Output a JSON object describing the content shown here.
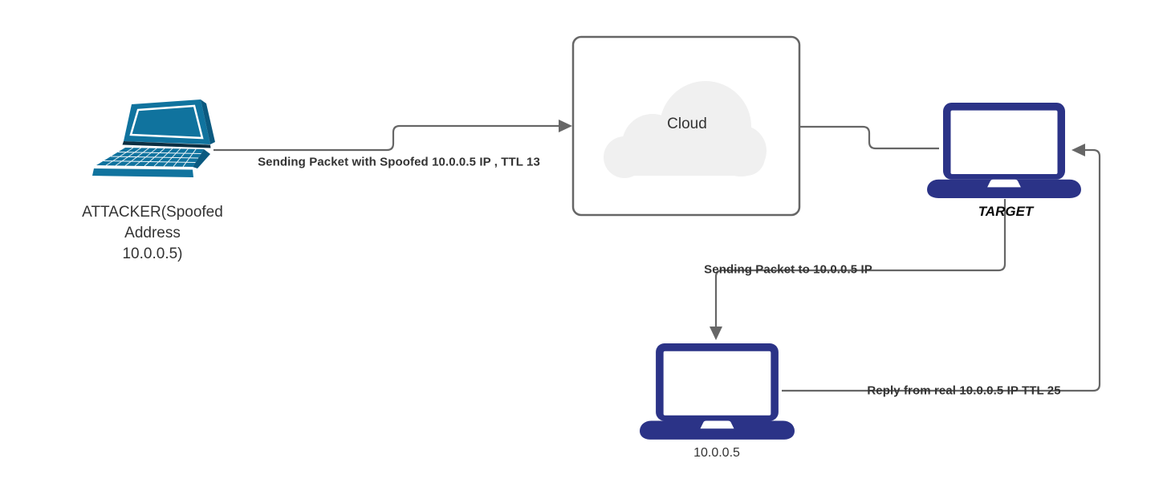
{
  "diagram": {
    "type": "network-attack-flow",
    "nodes": {
      "attacker": {
        "label": "ATTACKER(Spoofed\nAddress\n10.0.0.5)",
        "icon": "laptop-perspective-icon"
      },
      "cloud": {
        "label": "Cloud",
        "icon": "cloud-icon"
      },
      "target": {
        "label": "TARGET",
        "icon": "laptop-icon"
      },
      "host": {
        "label": "10.0.0.5",
        "icon": "laptop-icon"
      }
    },
    "edges": {
      "attacker_to_cloud": {
        "label": "Sending Packet with Spoofed 10.0.0.5 IP , TTL 13",
        "arrow": "right"
      },
      "cloud_to_target": {
        "label": "",
        "arrow": "none"
      },
      "target_to_host": {
        "label": "Sending Packet to 10.0.0.5 IP",
        "arrow": "down"
      },
      "host_to_target": {
        "label": "Reply from real 10.0.0.5 IP TTL 25",
        "arrow": "left"
      }
    },
    "colors": {
      "attacker_laptop": "#10739E",
      "attacker_laptop_dark": "#0B5A80",
      "navy_laptop": "#2B3387",
      "connector": "#666666",
      "cloud_box_border": "#666666",
      "cloud_fill": "#F0F0F0",
      "label_text": "#333333",
      "background": "#FFFFFF"
    }
  }
}
